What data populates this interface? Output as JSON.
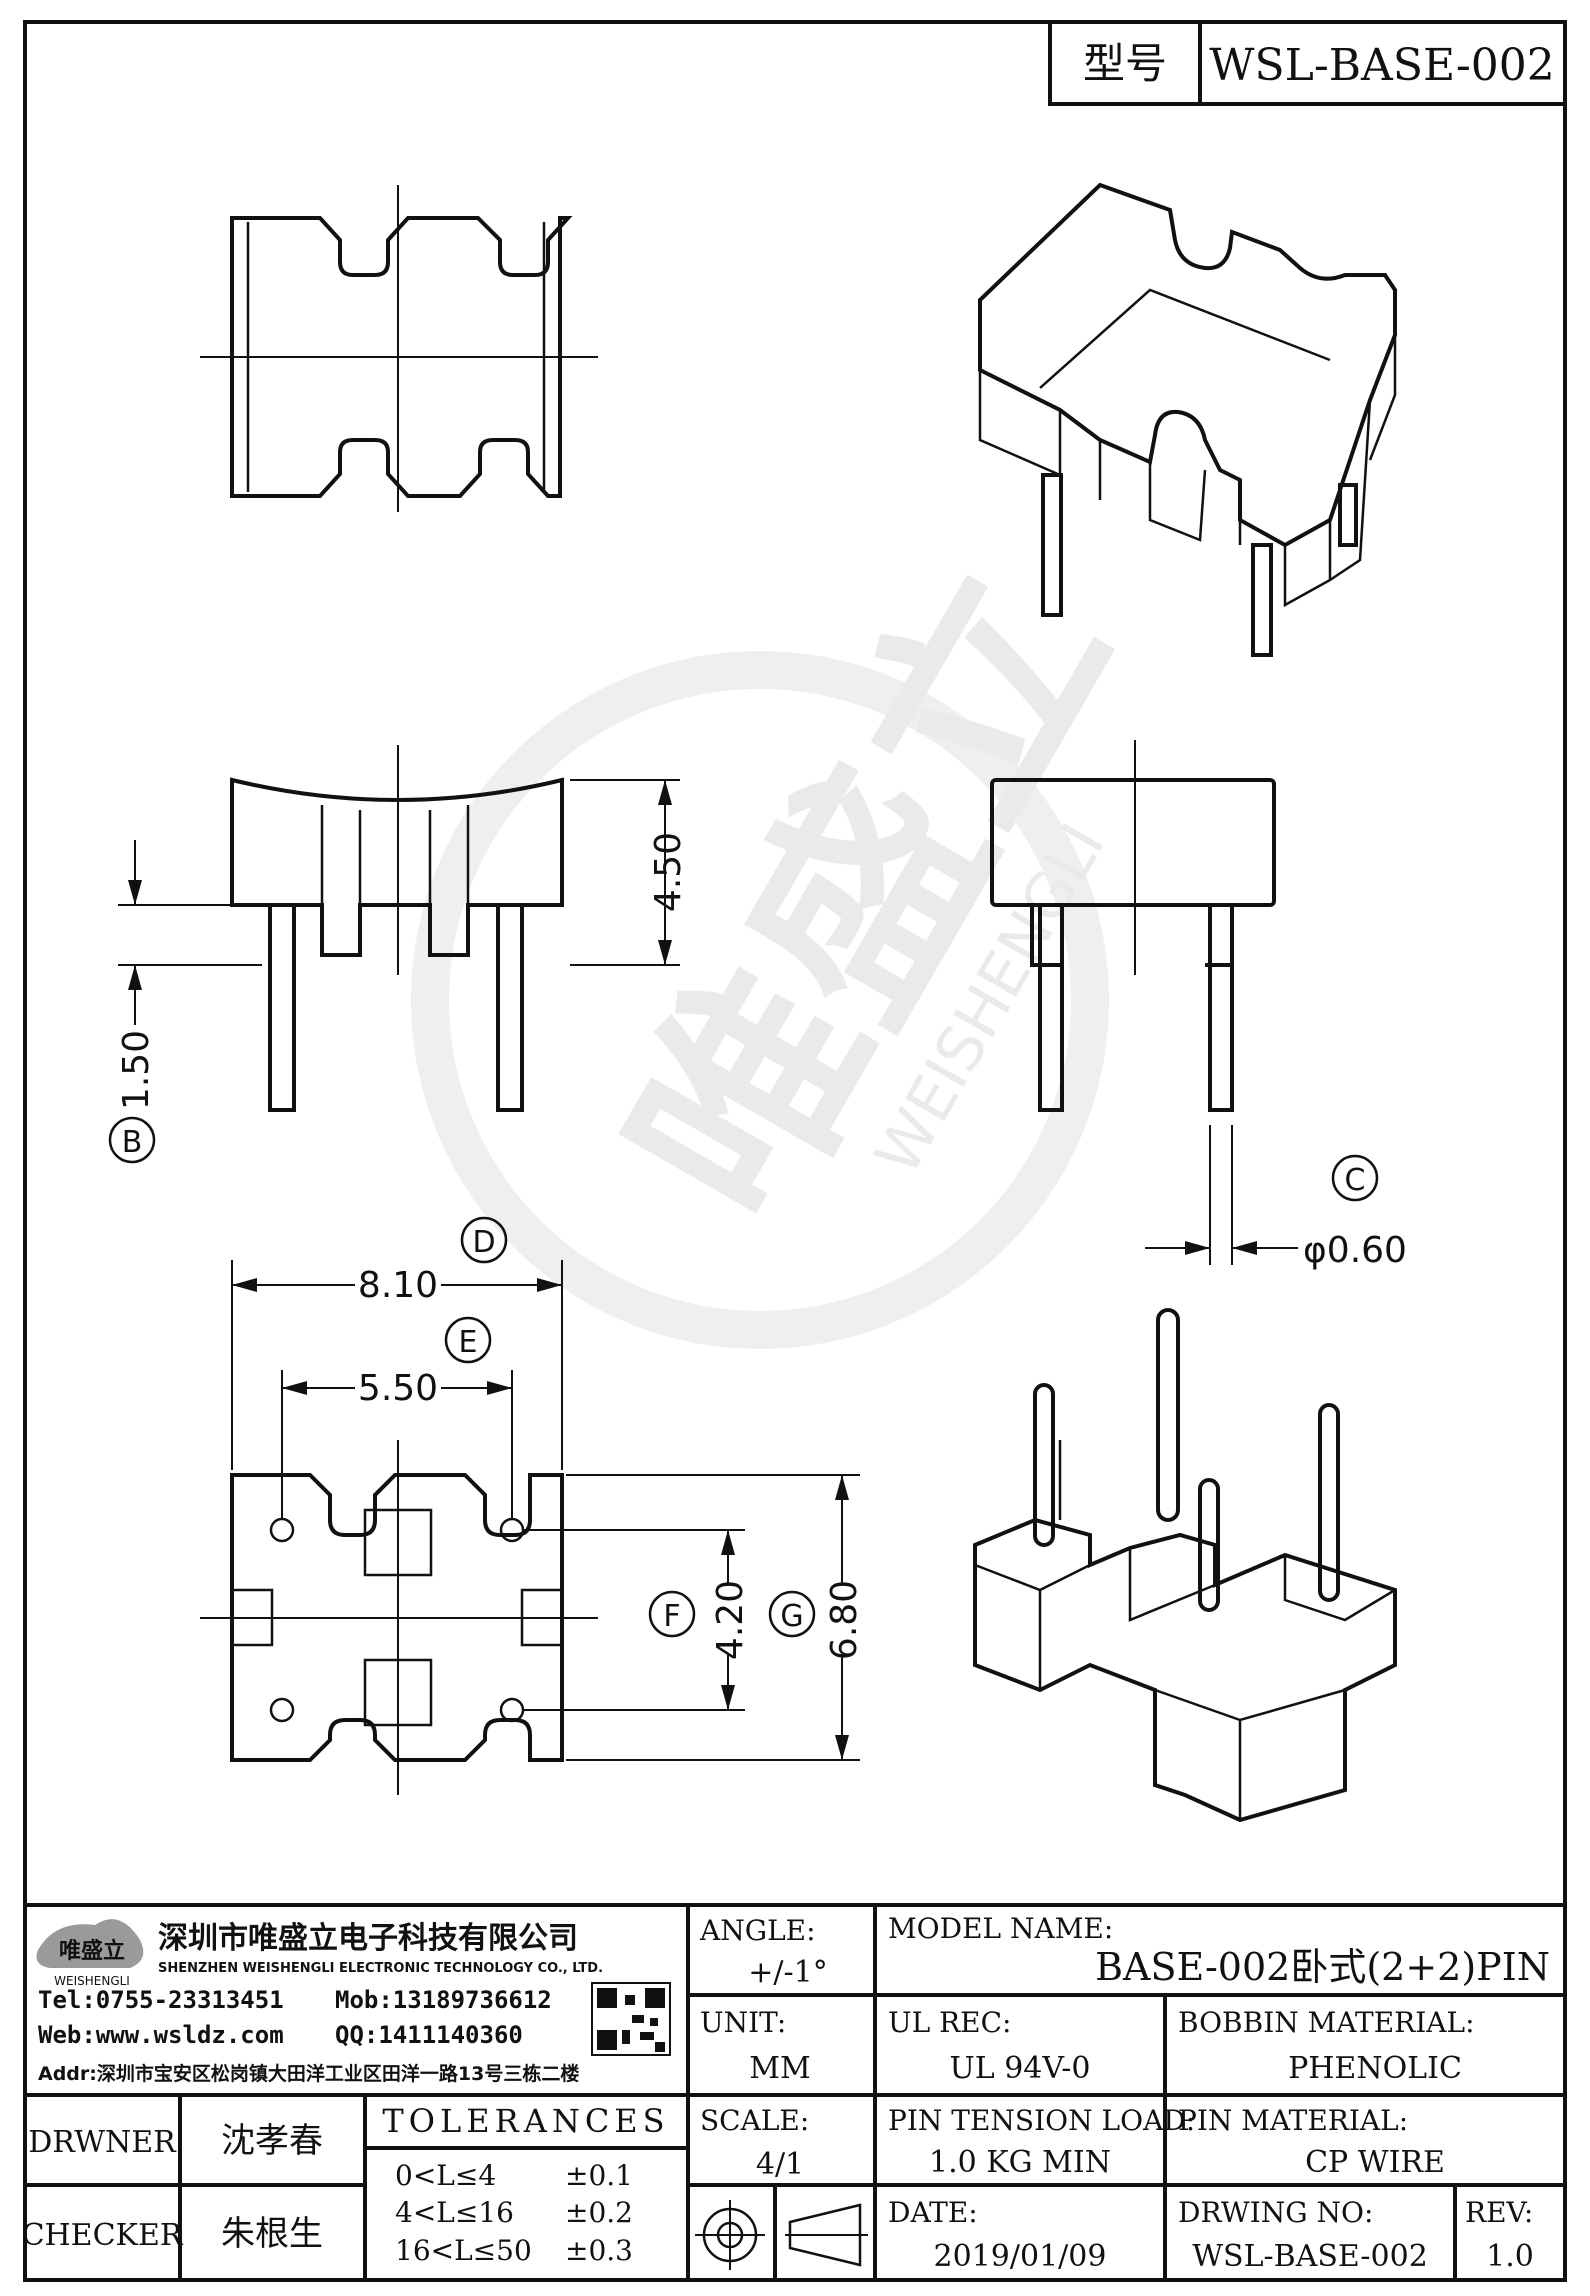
{
  "title_block": {
    "type_label": "型号",
    "type_value": "WSL-BASE-002",
    "company_cn": "深圳市唯盛立电子科技有限公司",
    "company_en": "SHENZHEN WEISHENGLI ELECTRONIC TECHNOLOGY CO., LTD.",
    "logo_cn": "唯盛立",
    "logo_en": "WEISHENGLI",
    "tel": "Tel:0755-23313451",
    "mob": "Mob:13189736612",
    "web": "Web:www.wsldz.com",
    "qq": "QQ:1411140360",
    "addr": "Addr:深圳市宝安区松岗镇大田洋工业区田洋一路13号三栋二楼",
    "angle_label": "ANGLE:",
    "angle_value": "+/-1°",
    "model_label": "MODEL NAME:",
    "model_value": "BASE-002卧式(2+2)PIN",
    "unit_label": "UNIT:",
    "unit_value": "MM",
    "ul_label": "UL REC:",
    "ul_value": "UL 94V-0",
    "bobbin_label": "BOBBIN MATERIAL:",
    "bobbin_value": "PHENOLIC",
    "scale_label": "SCALE:",
    "scale_value": "4/1",
    "pin_tension_label": "PIN TENSION LOAD:",
    "pin_tension_value": "1.0 KG MIN",
    "pin_material_label": "PIN MATERIAL:",
    "pin_material_value": "CP WIRE",
    "date_label": "DATE:",
    "date_value": "2019/01/09",
    "drawing_no_label": "DRWING NO:",
    "drawing_no_value": "WSL-BASE-002",
    "rev_label": "REV:",
    "rev_value": "1.0",
    "drawer_label": "DRWNER",
    "drawer_value": "沈孝春",
    "checker_label": "CHECKER",
    "checker_value": "朱根生",
    "tolerances_title": "TOLERANCES",
    "tolerances": [
      {
        "range": "0<L≤4",
        "value": "±0.1"
      },
      {
        "range": "4<L≤16",
        "value": "±0.2"
      },
      {
        "range": "16<L≤50",
        "value": "±0.3"
      }
    ]
  },
  "dimensions": {
    "height": "4.50",
    "pin_length": "1.50",
    "pin_diameter": "φ0.60",
    "width": "8.10",
    "pin_pitch_x": "5.50",
    "pin_pitch_y": "4.20",
    "depth": "6.80"
  },
  "callouts": {
    "b": "B",
    "c": "C",
    "d": "D",
    "e": "E",
    "f": "F",
    "g": "G"
  },
  "watermark": {
    "cn": "唯盛立",
    "en": "WEISHENGLI"
  }
}
